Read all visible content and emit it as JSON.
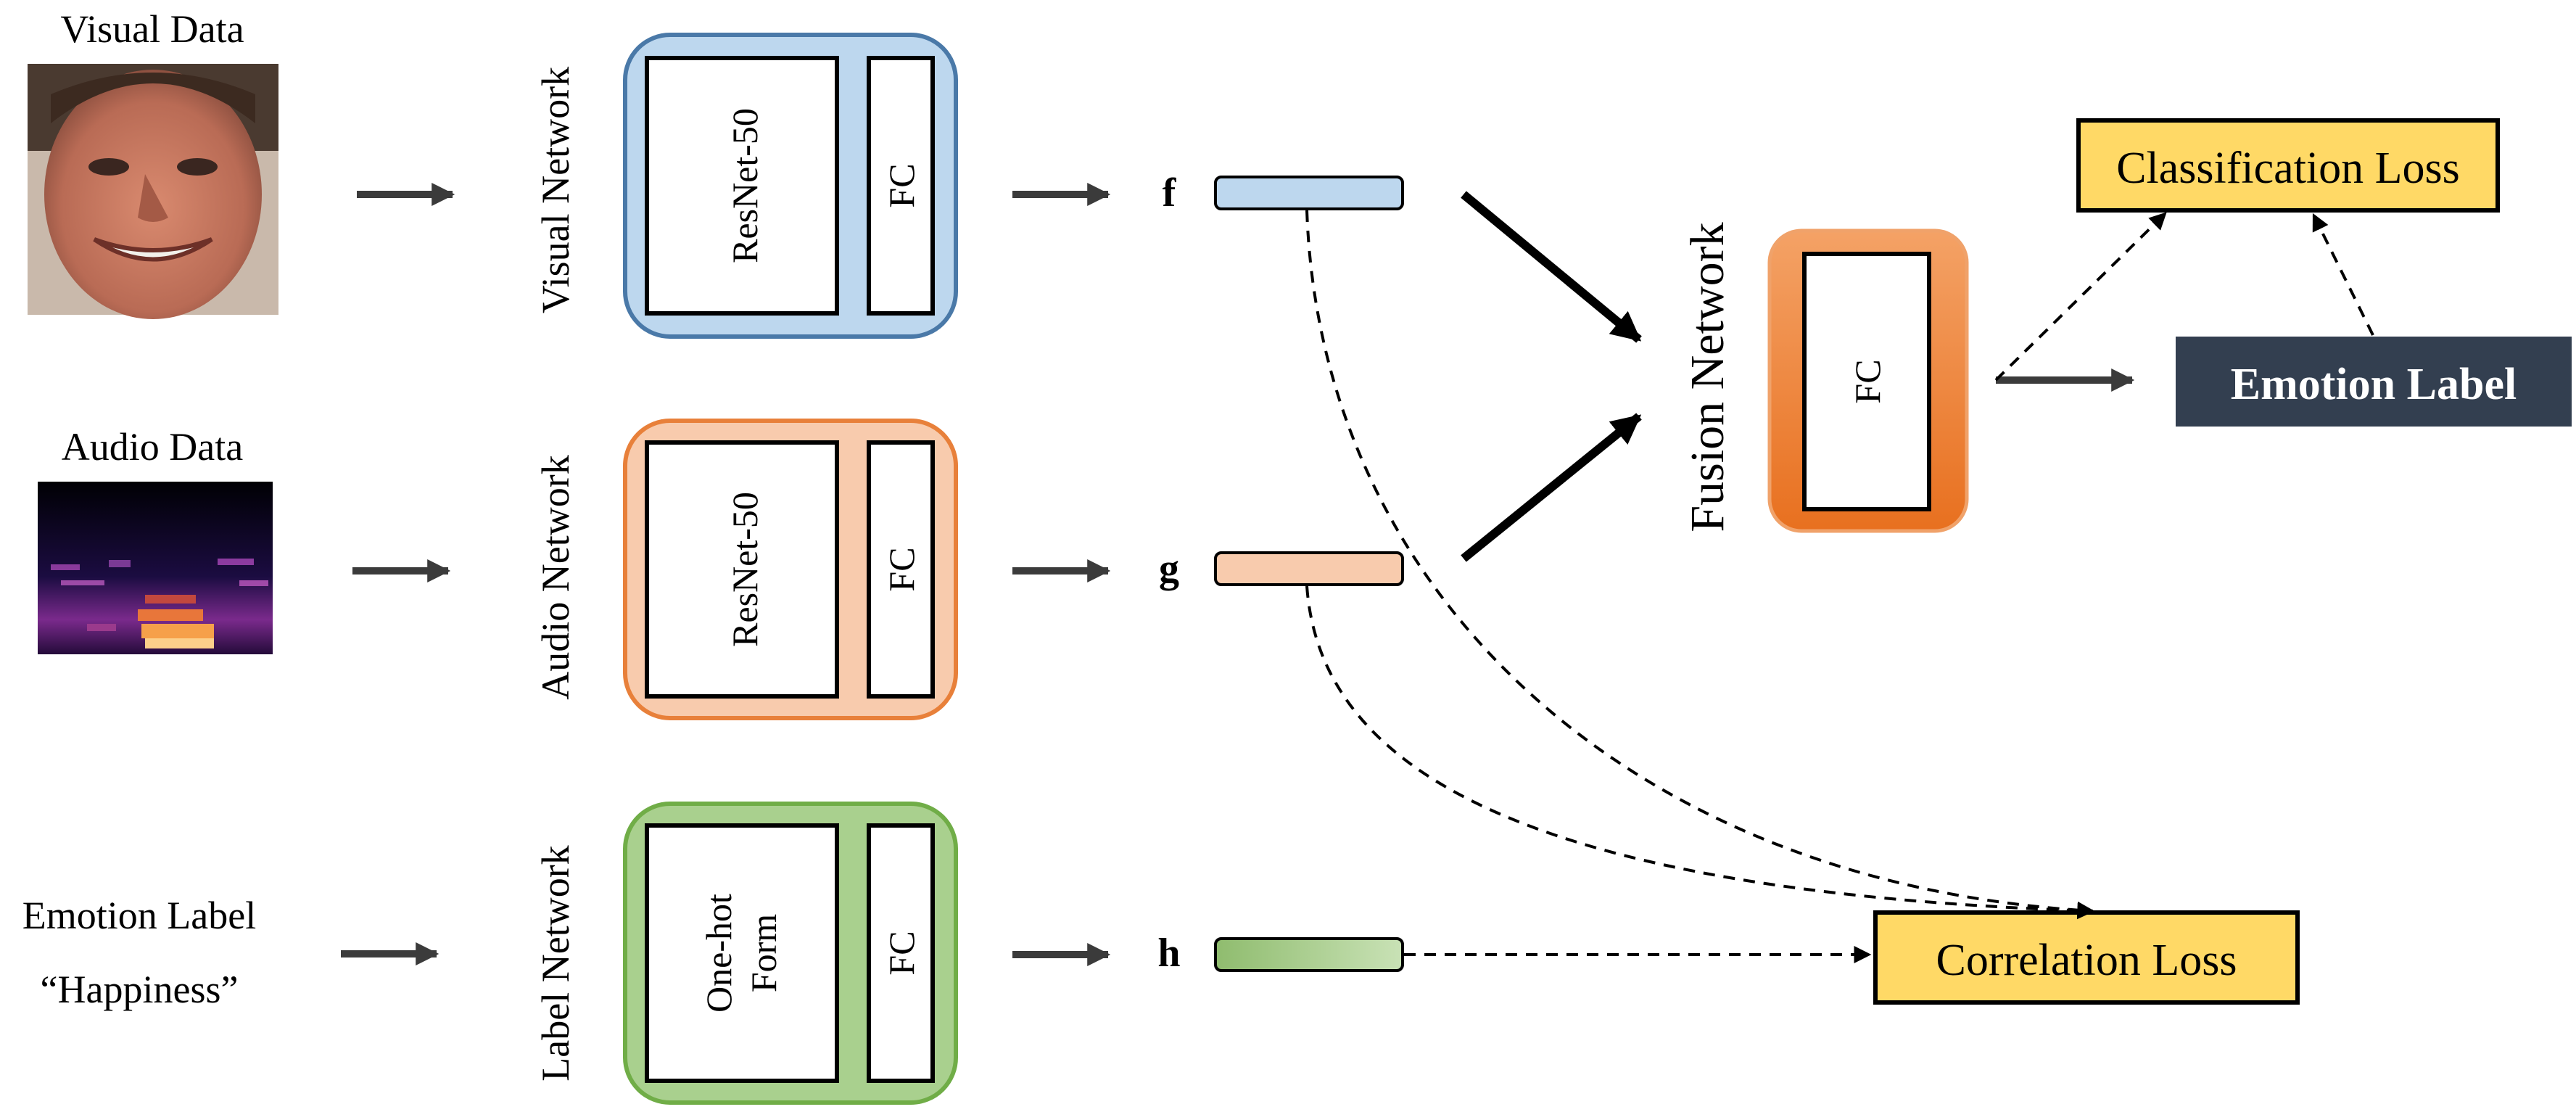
{
  "inputs": {
    "visual_label": "Visual Data",
    "audio_label": "Audio Data",
    "emotion_label_line1": "Emotion Label",
    "emotion_label_line2": "“Happiness”"
  },
  "networks": {
    "visual": {
      "title": "Visual Network",
      "backbone": "ResNet-50",
      "head": "FC"
    },
    "audio": {
      "title": "Audio Network",
      "backbone": "ResNet-50",
      "head": "FC"
    },
    "label": {
      "title": "Label Network",
      "backbone_line1": "One-hot",
      "backbone_line2": "Form",
      "head": "FC"
    }
  },
  "features": {
    "f": "f",
    "g": "g",
    "h": "h"
  },
  "fusion": {
    "title": "Fusion Network",
    "head": "FC"
  },
  "outputs": {
    "classification_loss": "Classification Loss",
    "emotion_label": "Emotion Label",
    "correlation_loss": "Correlation Loss"
  },
  "colors": {
    "visual": "#bdd7ee",
    "visual_stroke": "#4a79a8",
    "audio": "#f8cbad",
    "audio_stroke": "#e8803a",
    "label": "#a9d08e",
    "label_stroke": "#70ad47",
    "fusion": "#ed7d31",
    "loss_fill": "#ffd966",
    "emotion_box": "#333f50",
    "arrow": "#3b3b3b"
  }
}
